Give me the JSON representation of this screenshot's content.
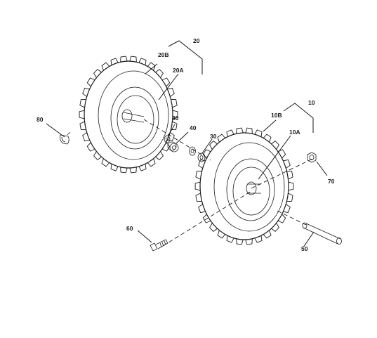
{
  "callouts": {
    "c20": "20",
    "c20b": "20B",
    "c20a": "20A",
    "c80": "80",
    "c30a": "30",
    "c40": "40",
    "c30b": "30",
    "c10": "10",
    "c10b": "10B",
    "c10a": "10A",
    "c70": "70",
    "c60": "60",
    "c50": "50"
  },
  "colors": {
    "ink": "#1a1a1a",
    "paper": "#ffffff"
  }
}
